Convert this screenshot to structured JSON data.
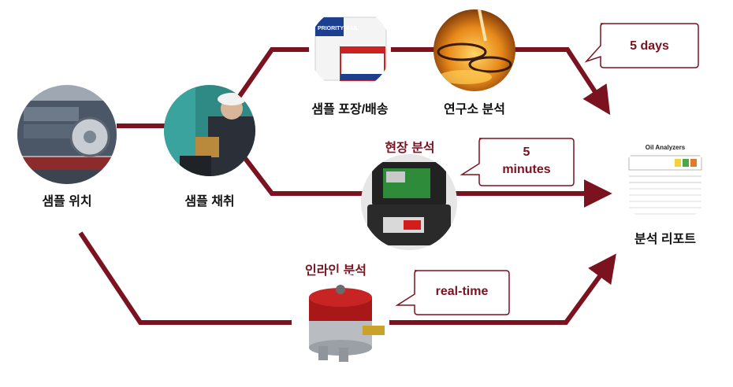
{
  "nodes": {
    "sample_location": "샘플 위치",
    "sample_collection": "샘플 채취",
    "packaging": "샘플 포장/배송",
    "lab_analysis": "연구소 분석",
    "onsite_analysis": "현장 분석",
    "inline_analysis": "인라인 분석",
    "report": "분석 리포트"
  },
  "callouts": {
    "lab": "5 days",
    "onsite_line1": "5",
    "onsite_line2": "minutes",
    "inline": "real-time"
  },
  "images": {
    "box_text": "PRIORITY MAIL",
    "report_title": "Oil Analyzers"
  },
  "colors": {
    "path": "#7a1220",
    "callout_border": "#7a1220"
  }
}
